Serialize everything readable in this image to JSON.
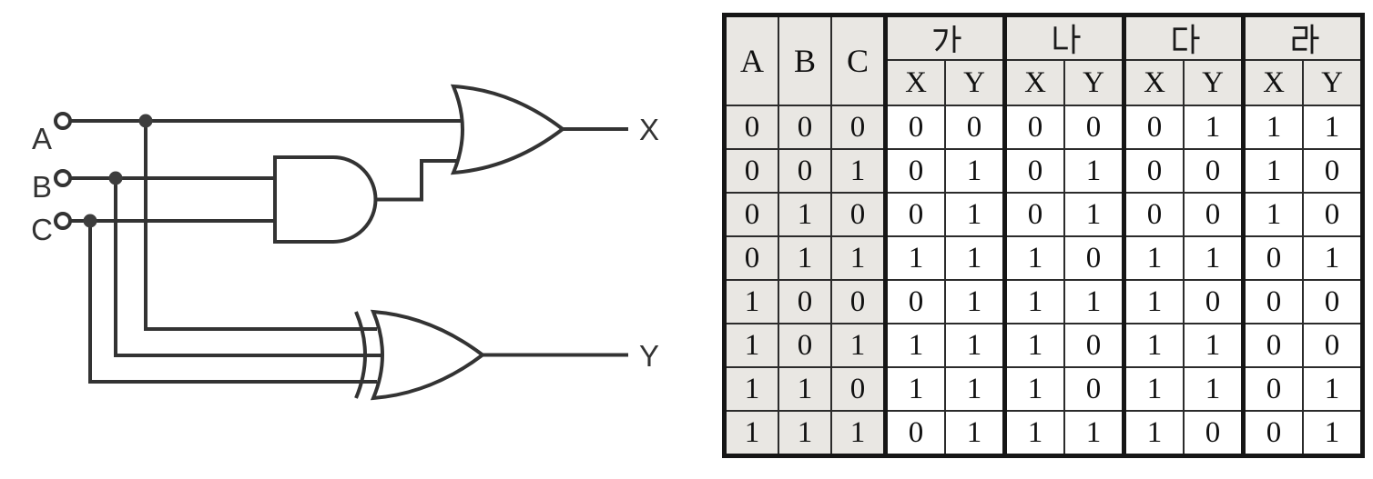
{
  "figure": {
    "description_visible_labels_only": "logic circuit with truth table"
  },
  "circuit": {
    "input_labels": [
      "A",
      "B",
      "C"
    ],
    "output_labels": [
      "X",
      "Y"
    ],
    "gates": [
      {
        "name": "and-gate",
        "type": "AND"
      },
      {
        "name": "or-gate",
        "type": "OR",
        "output": "X"
      },
      {
        "name": "xor-gate",
        "type": "XOR",
        "output": "Y"
      }
    ]
  },
  "table": {
    "input_headers": [
      "A",
      "B",
      "C"
    ],
    "groups": [
      {
        "label": "가",
        "sub": [
          "X",
          "Y"
        ]
      },
      {
        "label": "나",
        "sub": [
          "X",
          "Y"
        ]
      },
      {
        "label": "다",
        "sub": [
          "X",
          "Y"
        ]
      },
      {
        "label": "라",
        "sub": [
          "X",
          "Y"
        ]
      }
    ],
    "rows": [
      {
        "inputs": [
          0,
          0,
          0
        ],
        "values": [
          [
            0,
            0
          ],
          [
            0,
            0
          ],
          [
            0,
            1
          ],
          [
            1,
            1
          ]
        ]
      },
      {
        "inputs": [
          0,
          0,
          1
        ],
        "values": [
          [
            0,
            1
          ],
          [
            0,
            1
          ],
          [
            0,
            0
          ],
          [
            1,
            0
          ]
        ]
      },
      {
        "inputs": [
          0,
          1,
          0
        ],
        "values": [
          [
            0,
            1
          ],
          [
            0,
            1
          ],
          [
            0,
            0
          ],
          [
            1,
            0
          ]
        ]
      },
      {
        "inputs": [
          0,
          1,
          1
        ],
        "values": [
          [
            1,
            1
          ],
          [
            1,
            0
          ],
          [
            1,
            1
          ],
          [
            0,
            1
          ]
        ]
      },
      {
        "inputs": [
          1,
          0,
          0
        ],
        "values": [
          [
            0,
            1
          ],
          [
            1,
            1
          ],
          [
            1,
            0
          ],
          [
            0,
            0
          ]
        ]
      },
      {
        "inputs": [
          1,
          0,
          1
        ],
        "values": [
          [
            1,
            1
          ],
          [
            1,
            0
          ],
          [
            1,
            1
          ],
          [
            0,
            0
          ]
        ]
      },
      {
        "inputs": [
          1,
          1,
          0
        ],
        "values": [
          [
            1,
            1
          ],
          [
            1,
            0
          ],
          [
            1,
            1
          ],
          [
            0,
            1
          ]
        ]
      },
      {
        "inputs": [
          1,
          1,
          1
        ],
        "values": [
          [
            0,
            1
          ],
          [
            1,
            1
          ],
          [
            1,
            0
          ],
          [
            0,
            1
          ]
        ]
      }
    ]
  },
  "colors": {
    "line": "#333333",
    "border": "#161616",
    "header_bg": "#e9e7e3",
    "cell_bg": "#ffffff",
    "text": "#111111"
  }
}
